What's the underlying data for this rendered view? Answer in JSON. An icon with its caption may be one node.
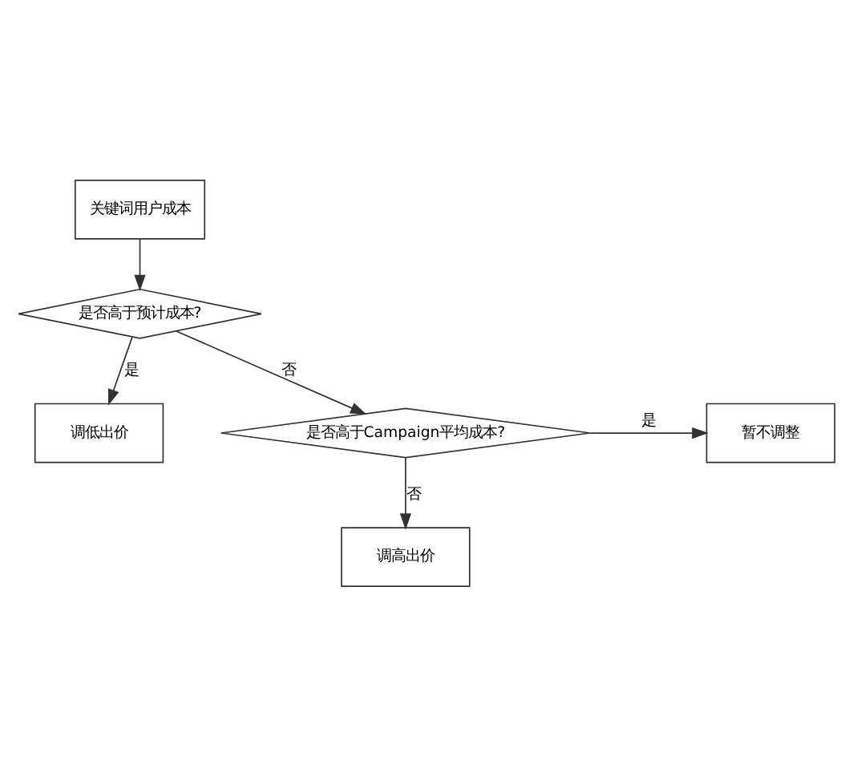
{
  "diagram": {
    "nodes": [
      {
        "text": [
          "关键词用户成本"
        ]
      },
      {
        "text": [
          "是否高于预计成本?"
        ]
      },
      {
        "text": [
          "调低出价"
        ]
      },
      {
        "text": [
          "是否高于Campaign平均成本?"
        ]
      },
      {
        "text": [
          "暂不调整"
        ]
      },
      {
        "text": [
          "调高出价"
        ]
      }
    ],
    "edges": [
      {
        "from": 0,
        "to": 1,
        "arrow": "to"
      },
      {
        "from": 1,
        "to": 2,
        "arrow": "to",
        "label": "是"
      },
      {
        "from": 1,
        "to": 3,
        "arrow": "to",
        "label": "否"
      },
      {
        "from": 3,
        "to": 4,
        "arrow": "to",
        "label": "是"
      },
      {
        "from": 3,
        "to": 5,
        "arrow": "to",
        "label": "否"
      }
    ]
  }
}
